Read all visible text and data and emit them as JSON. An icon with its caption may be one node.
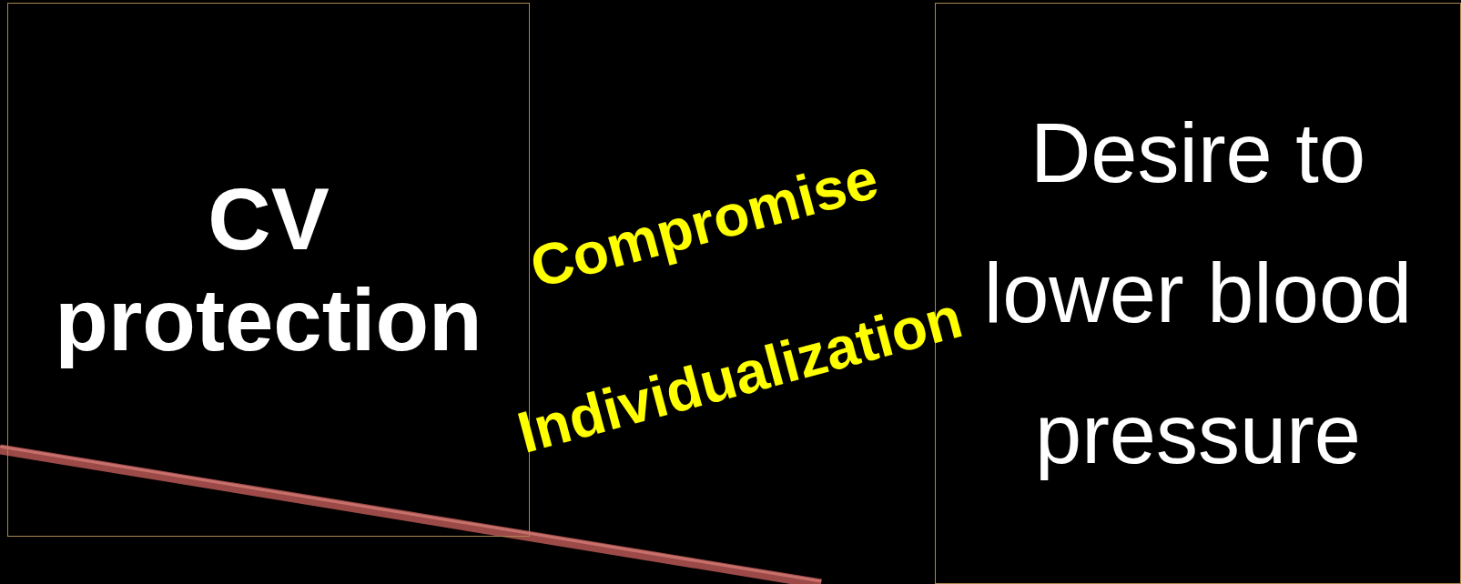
{
  "diagram": {
    "nodes": [
      {
        "text": [
          "CV protection"
        ]
      },
      {
        "text": [
          "Desire to lower blood pressure"
        ]
      }
    ],
    "labels": [
      "Compromise",
      "Individualization"
    ]
  }
}
